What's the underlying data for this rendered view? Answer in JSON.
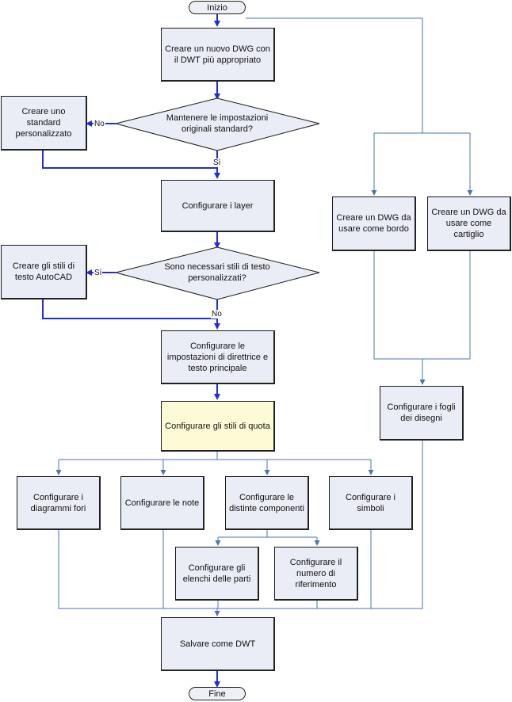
{
  "terminals": {
    "start": "Inizio",
    "end": "Fine"
  },
  "steps": {
    "new_dwg": "Creare un nuovo DWG con il DWT più appropriato",
    "custom_standard": "Creare uno standard personalizzato",
    "layers": "Configurare i layer",
    "text_styles": "Creare gli stili di testo AutoCAD",
    "leader": "Configurare le impostazioni di direttrice e testo principale",
    "dim_styles": "Configurare gli stili di quota",
    "holes": "Configurare i diagrammi fori",
    "notes": "Configurare le note",
    "bom": "Configurare le distinte componenti",
    "symbols": "Configurare i simboli",
    "parts_lists": "Configurare gli elenchi delle parti",
    "balloon": "Configurare il numero di riferimento",
    "save": "Salvare come DWT",
    "border": "Creare un DWG da usare come bordo",
    "title_block": "Creare un DWG da usare come cartiglio",
    "sheets": "Configurare i fogli dei disegni"
  },
  "decisions": {
    "keep_standard": "Mantenere le impostazioni originali standard?",
    "need_text_styles": "Sono necessari stili di testo personalizzati?"
  },
  "edge_labels": {
    "no1": "No",
    "si1": "Sì",
    "si2": "Sì",
    "no2": "No"
  },
  "colors": {
    "connector": "#4a74b8",
    "flow_arrow": "#1f2ed6",
    "box_fill": "#eaedf5",
    "highlight_fill": "#fdfbd6"
  }
}
